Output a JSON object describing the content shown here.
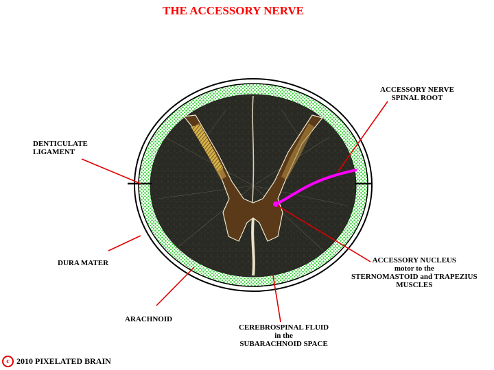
{
  "title": "THE ACCESSORY NERVE",
  "labels": {
    "spinal_root_1": "ACCESSORY NERVE",
    "spinal_root_2": "SPINAL ROOT",
    "denticulate_1": "DENTICULATE",
    "denticulate_2": "LIGAMENT",
    "dura": "DURA MATER",
    "arachnoid": "ARACHNOID",
    "nucleus_1": "ACCESSORY NUCLEUS",
    "nucleus_2": "motor to the",
    "nucleus_3": "STERNOMASTOID and TRAPEZIUS",
    "nucleus_4": "MUSCLES",
    "csf_1": "CEREBROSPINAL FLUID",
    "csf_2": "in the",
    "csf_3": "SUBARACHNOID SPACE"
  },
  "copyright": {
    "symbol": "c",
    "text": "2010  PIXELATED BRAIN"
  },
  "colors": {
    "title": "#ff0000",
    "leader_lines": "#e00000",
    "csf_green": "#3fd23f",
    "white_matter": "#2a2a24",
    "gray_matter": "#5a3a18",
    "nerve_root": "#ff00ff",
    "ligament": "#000000"
  }
}
